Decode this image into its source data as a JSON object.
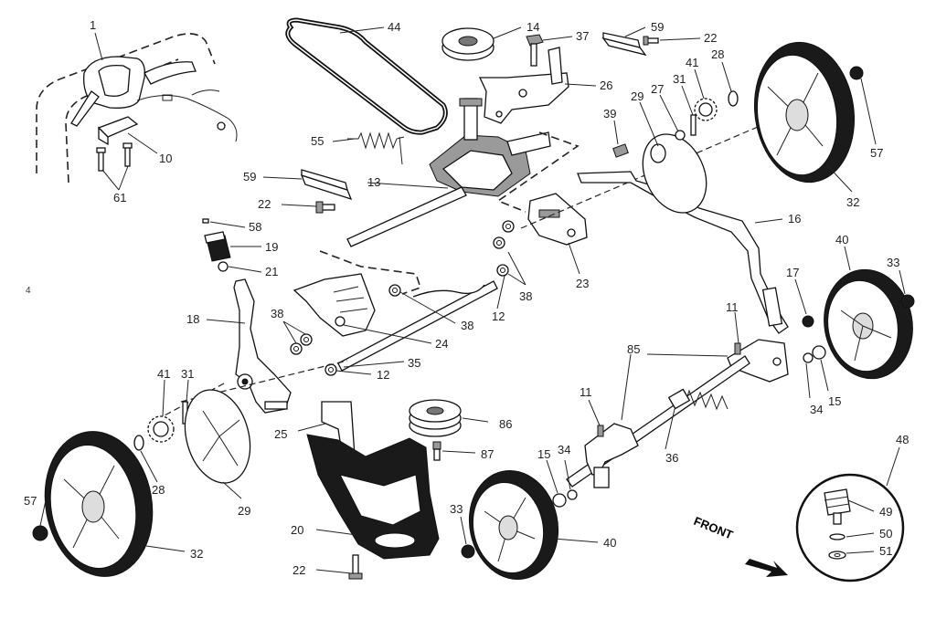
{
  "page_number": "4",
  "front_label": "FRONT",
  "callouts": {
    "c1": "1",
    "c10": "10",
    "c61": "61",
    "c44": "44",
    "c14": "14",
    "c37": "37",
    "c59a": "59",
    "c22a": "22",
    "c26": "26",
    "c55": "55",
    "c13": "13",
    "c59b": "59",
    "c22b": "22",
    "c58": "58",
    "c19": "19",
    "c21": "21",
    "c18": "18",
    "c41a": "41",
    "c31a": "31",
    "c28a": "28",
    "c29a": "29",
    "c57a": "57",
    "c32a": "32",
    "c38a": "38",
    "c24": "24",
    "c35": "35",
    "c12a": "12",
    "c38b": "38",
    "c38c": "38",
    "c12b": "12",
    "c23": "23",
    "c39": "39",
    "c29b": "29",
    "c27": "27",
    "c31b": "31",
    "c41b": "41",
    "c28b": "28",
    "c57b": "57",
    "c32b": "32",
    "c16": "16",
    "c40a": "40",
    "c33a": "33",
    "c17": "17",
    "c34a": "34",
    "c15a": "15",
    "c11a": "11",
    "c85": "85",
    "c11b": "11",
    "c36": "36",
    "c25": "25",
    "c86": "86",
    "c87": "87",
    "c20": "20",
    "c22c": "22",
    "c33b": "33",
    "c40b": "40",
    "c15b": "15",
    "c34b": "34",
    "c48": "48",
    "c49": "49",
    "c50": "50",
    "c51": "51"
  }
}
